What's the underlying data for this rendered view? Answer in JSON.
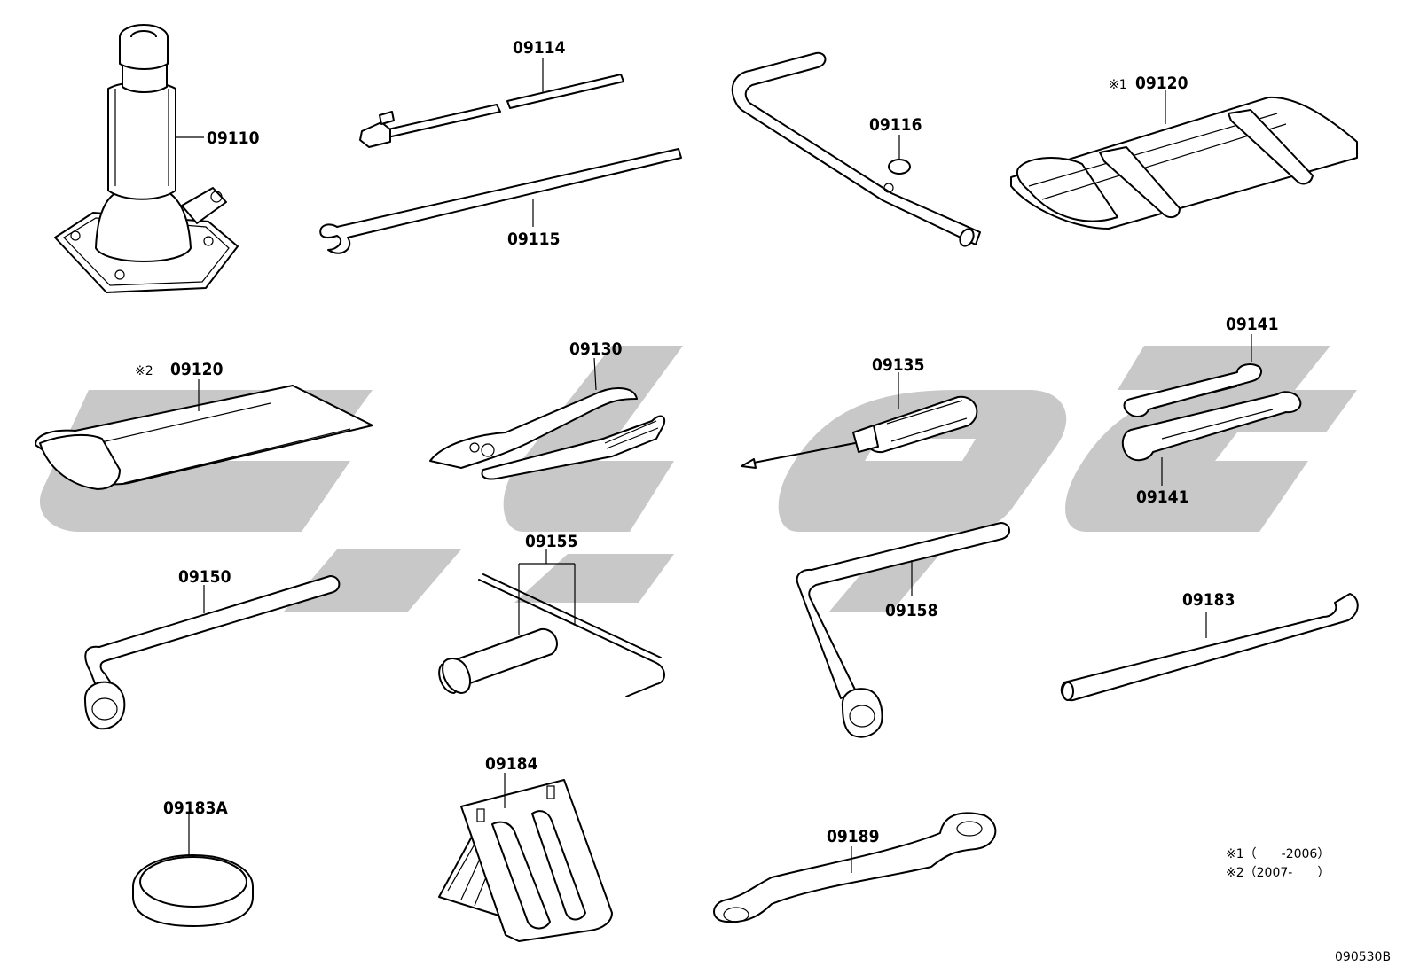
{
  "parts": {
    "p09110": "09110",
    "p09114": "09114",
    "p09115": "09115",
    "p09116": "09116",
    "p09120a": "09120",
    "p09120a_mark": "※1",
    "p09120b": "09120",
    "p09120b_mark": "※2",
    "p09130": "09130",
    "p09135": "09135",
    "p09141a": "09141",
    "p09141b": "09141",
    "p09150": "09150",
    "p09155": "09155",
    "p09158": "09158",
    "p09183": "09183",
    "p09183A": "09183A",
    "p09184": "09184",
    "p09189": "09189"
  },
  "notes": {
    "note1": "※1（　　-2006）",
    "note2": "※2（2007-　　）"
  },
  "diagram_id": "090530B",
  "watermark_color": "#c8c8c8"
}
